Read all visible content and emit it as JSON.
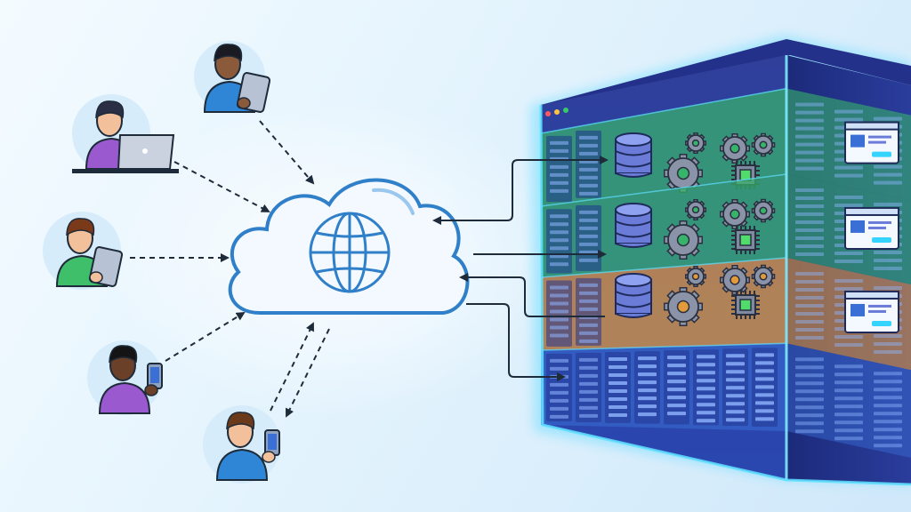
{
  "colors": {
    "background": "#e6f4fd",
    "cloud_fill": "#f3f9ff",
    "cloud_stroke": "#2f7fc9",
    "globe": "#2f7fc9",
    "arrow": "#1e2b3a",
    "rack_frame": "#1d2a8a",
    "tier_blue": "#3a6fd6",
    "tier_green": "#37b36a",
    "tier_orange": "#e39a3a",
    "glow": "#35d3ff",
    "person_purple": "#9b59d0",
    "person_blue": "#2f86d6",
    "person_green": "#3fbf6a"
  },
  "users": [
    {
      "device": "laptop",
      "shirt": "purple"
    },
    {
      "device": "tablet",
      "shirt": "blue"
    },
    {
      "device": "tablet",
      "shirt": "green"
    },
    {
      "device": "phone",
      "shirt": "purple"
    },
    {
      "device": "phone",
      "shirt": "blue"
    }
  ],
  "cloud": {
    "icon": "globe-icon"
  },
  "server": {
    "tiers": [
      "green",
      "green",
      "orange",
      "blue"
    ],
    "tier_icons": [
      "database-icon",
      "gear-icon",
      "cpu-chip-icon",
      "browser-window-icon"
    ]
  }
}
